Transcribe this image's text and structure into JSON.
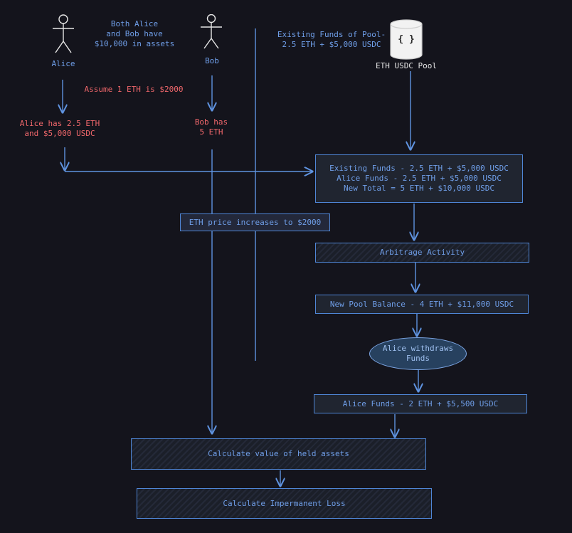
{
  "actors": {
    "alice": {
      "label": "Alice",
      "holdings": "Alice has 2.5 ETH\nand $5,000 USDC"
    },
    "bob": {
      "label": "Bob",
      "holdings": "Bob has\n5 ETH"
    }
  },
  "notes": {
    "both_assets": "Both Alice\nand Bob have\n$10,000 in assets",
    "assumption": "Assume 1 ETH is $2000",
    "pool_existing": "Existing Funds of Pool-\n2.5 ETH + $5,000 USDC"
  },
  "pool": {
    "icon_text": "{ }",
    "label": "ETH USDC Pool"
  },
  "boxes": {
    "funds_total": "Existing Funds - 2.5 ETH + $5,000 USDC\nAlice Funds - 2.5 ETH + $5,000 USDC\nNew Total = 5 ETH + $10,000 USDC",
    "price_increase": "ETH price increases to $2000",
    "arbitrage": "Arbitrage Activity",
    "new_balance": "New Pool Balance - 4 ETH + $11,000 USDC",
    "withdraw": "Alice withdraws\nFunds",
    "alice_funds": "Alice Funds - 2 ETH + $5,500 USDC",
    "calc_held": "Calculate value of held assets",
    "calc_il": "Calculate Impermanent Loss"
  },
  "colors": {
    "background": "#14141c",
    "accent_blue": "#6f9ee8",
    "highlight_red": "#f0676b",
    "stroke_white": "#e6e6e6"
  }
}
